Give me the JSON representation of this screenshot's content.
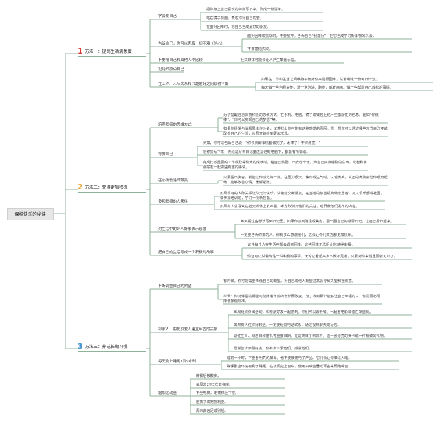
{
  "root": {
    "label": "保持快乐的秘诀"
  },
  "methods": [
    {
      "number": "1",
      "color": "#d83a35",
      "label": "方法一：提高生活满意度",
      "groups": [
        {
          "label": "学会爱自己",
          "items": [
            "把你身上自己喜欢的特点写下来，列成一份清单。",
            "站在镜子前面，表达你对自己的爱。",
            "在面对困难时，把自己当成最好的朋友。"
          ]
        },
        {
          "label": "告诉自己，你可以克服一切困难（信心）",
          "items": [
            "面对困难或挑战时，不要放弃。告诉自己“我能行”，把它当成学习新事物的机会。",
            "不要害怕失败。"
          ]
        },
        {
          "label": "不要把自己和其他人作比较",
          "items": [
            "社交媒体可能会让人产生攀比心理。"
          ]
        },
        {
          "label": "犯错时原谅自己",
          "items": []
        },
        {
          "label": "在工作、人际关系和兴趣爱好之间取得平衡",
          "items": [
            "如果在工作和生活之间维持平衡对你来说很困难，试着制定一份每日计划。",
            "每天做一些自我关怀，洗个泡泡浴、跑步，或者画画。做一些帮助自己放松的事情。"
          ]
        }
      ]
    },
    {
      "number": "2",
      "color": "#e8a93a",
      "label": "方法二：变得更加积极",
      "groups": [
        {
          "label": "培养积极的思维方式",
          "items": [
            "为了提醒自己保持积极的思维方式，在手机、电脑、镜子或钱包上贴一些激励性的信息。比如“你很棒”、“你可以实现自己的梦想”等。",
            "如果你经常与消极思维作斗争，试着找出你可能有这种感觉的原因。想一想你可以通过哪些方式来改变或改善自己的生活，从而开始感到更加乐观。"
          ]
        },
        {
          "label": "称赞自己",
          "items": [
            "例如，你可以告诉自己说：“你今天即事情都做完了，太棒了！干得漂亮！”",
            "把称赞写下来，无论是写到日记里还是记到电脑中，都能有所帮助。",
            "完成比较重要的工作或取得较大的成就时，给自己奖励。出去吃个饭，为自己买点特别的东西，或者和亲朋好友一起做些有趣的事情。"
          ]
        },
        {
          "label": "在心情低落时微笑",
          "items": [
            "只要露出笑容，就能让你感觉好一点。在压力很大、焦虑或生气时，试着微笑。真正的微笑会让你眼角起皱，能够改善心情，缓解紧张。"
          ]
        },
        {
          "label": "多和积极的人来往",
          "items": [
            "如果现有的人际关系让你无法快乐，试着结交新朋友。在当地的慈善机构做志愿者，加入俱乐部或社团，或参加培训班，学习一项新技能。",
            "如果有人总喜欢在社交媒体上发牢骚，考虑取消对他们的关注，或屏蔽他们发布的内容。"
          ]
        },
        {
          "label": "对生活中的好人好事表示感激",
          "items": [
            "每天把这些想法写到日记里。如果你感到消极或焦虑，翻一翻自己的感恩日记，让自己振作起来。",
            "一定要告诉你爱的人，你有多么感激他们，这会让你们双方都更加快乐。"
          ]
        },
        {
          "label": "把自己的生活写成一个积极的故事",
          "items": [
            "记住每个人在生活中都会遇到困难。这些困难无法阻止你获得幸福。",
            "你还可以试着专注一件积极的事情，无论它看起来多么微不足道，只要对你来说重要就可以了。"
          ]
        }
      ]
    },
    {
      "number": "3",
      "color": "#3a8fd0",
      "label": "方法三：养成长期习惯",
      "groups": [
        {
          "label": "不断调整自己的期望",
          "items": [
            "有时候，你可能需要降低自己的期望。对自己或他人期望过高会导致失望和挫败感。",
            "举例：你对伴侣的期望可能随着年龄的增长而改变。为了找到那个能够让自己幸福的人，你需要必须降低择偶标准。"
          ]
        },
        {
          "label": "和家人、朋友及爱人建立牢固的关系",
          "items": [
            "每周组织外出活动，和亲朋好友一起游玩。你们可以去野餐、一起看电影或者在家里玩。",
            "如果有人住得比较远，一定要经常电话联系，通过视频聊天或写信。",
            "记住生日、纪念日和婚礼等重要日期。在这类日子到来时，送一张漂亮的贺卡或一件精致的礼物。",
            "经常告诉亲朋好友，你有多么爱他们、感激他们。"
          ]
        },
        {
          "label": "每天晚上睡足7到9小时",
          "items": [
            "睡前一小时，不要看明亮的屏幕，也不要使用电子产品。它们会让你难以入睡。",
            "确保卧室环境有利于睡眠。在夜间拉上窗帘，使用白噪音器或耳塞来隔绝噪音。"
          ]
        },
        {
          "label": "增加运动量",
          "items": [
            "晚餐后散散步。",
            "每周去2到3次健身房。",
            "不坐电梯，走楼梯上下楼。",
            "陪孩子或宠物玩耍。",
            "周末去远足或别船。"
          ]
        }
      ]
    }
  ]
}
